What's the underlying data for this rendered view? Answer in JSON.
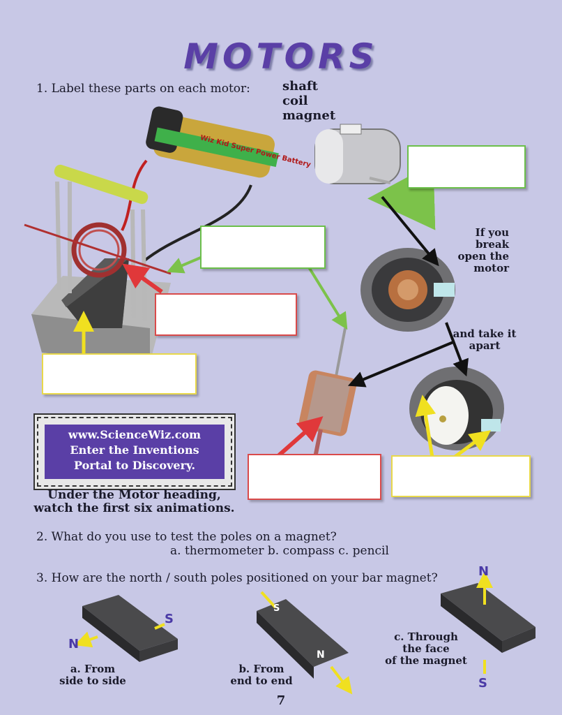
{
  "title": "MOTORS",
  "q1": {
    "text": "1. Label these parts on each motor:",
    "parts": [
      "shaft",
      "coil",
      "magnet"
    ]
  },
  "motor_notes": {
    "break": "If you\nbreak\nopen the\nmotor",
    "apart": "and take it\napart"
  },
  "battery_label": "Wiz Kid Super Power Battery",
  "portal": {
    "line1": "www.ScienceWiz.com",
    "line2": "Enter the Inventions",
    "line3": "Portal to Discovery."
  },
  "instruction": {
    "line1": "Under the Motor heading,",
    "line2": "watch the first six animations."
  },
  "q2": {
    "text": "2. What do you use to test the poles on a magnet?",
    "options": "a. thermometer  b. compass  c. pencil"
  },
  "q3": {
    "text": "3. How are the north / south poles positioned on your bar magnet?"
  },
  "magnets": [
    {
      "caption1": "a. From",
      "caption2": "side to side",
      "n": "N",
      "s": "S"
    },
    {
      "caption1": "b. From",
      "caption2": "end to end",
      "n": "N",
      "s": "S"
    },
    {
      "caption1": "c. Through",
      "caption2": "the face",
      "caption3": "of the magnet",
      "n": "N",
      "s": "S"
    }
  ],
  "page_number": "7",
  "colors": {
    "title": "#5a3fa6",
    "background": "#c8c8e6",
    "green_arrow": "#7cc24a",
    "red_arrow": "#e0383a",
    "yellow_arrow": "#f0e020"
  }
}
